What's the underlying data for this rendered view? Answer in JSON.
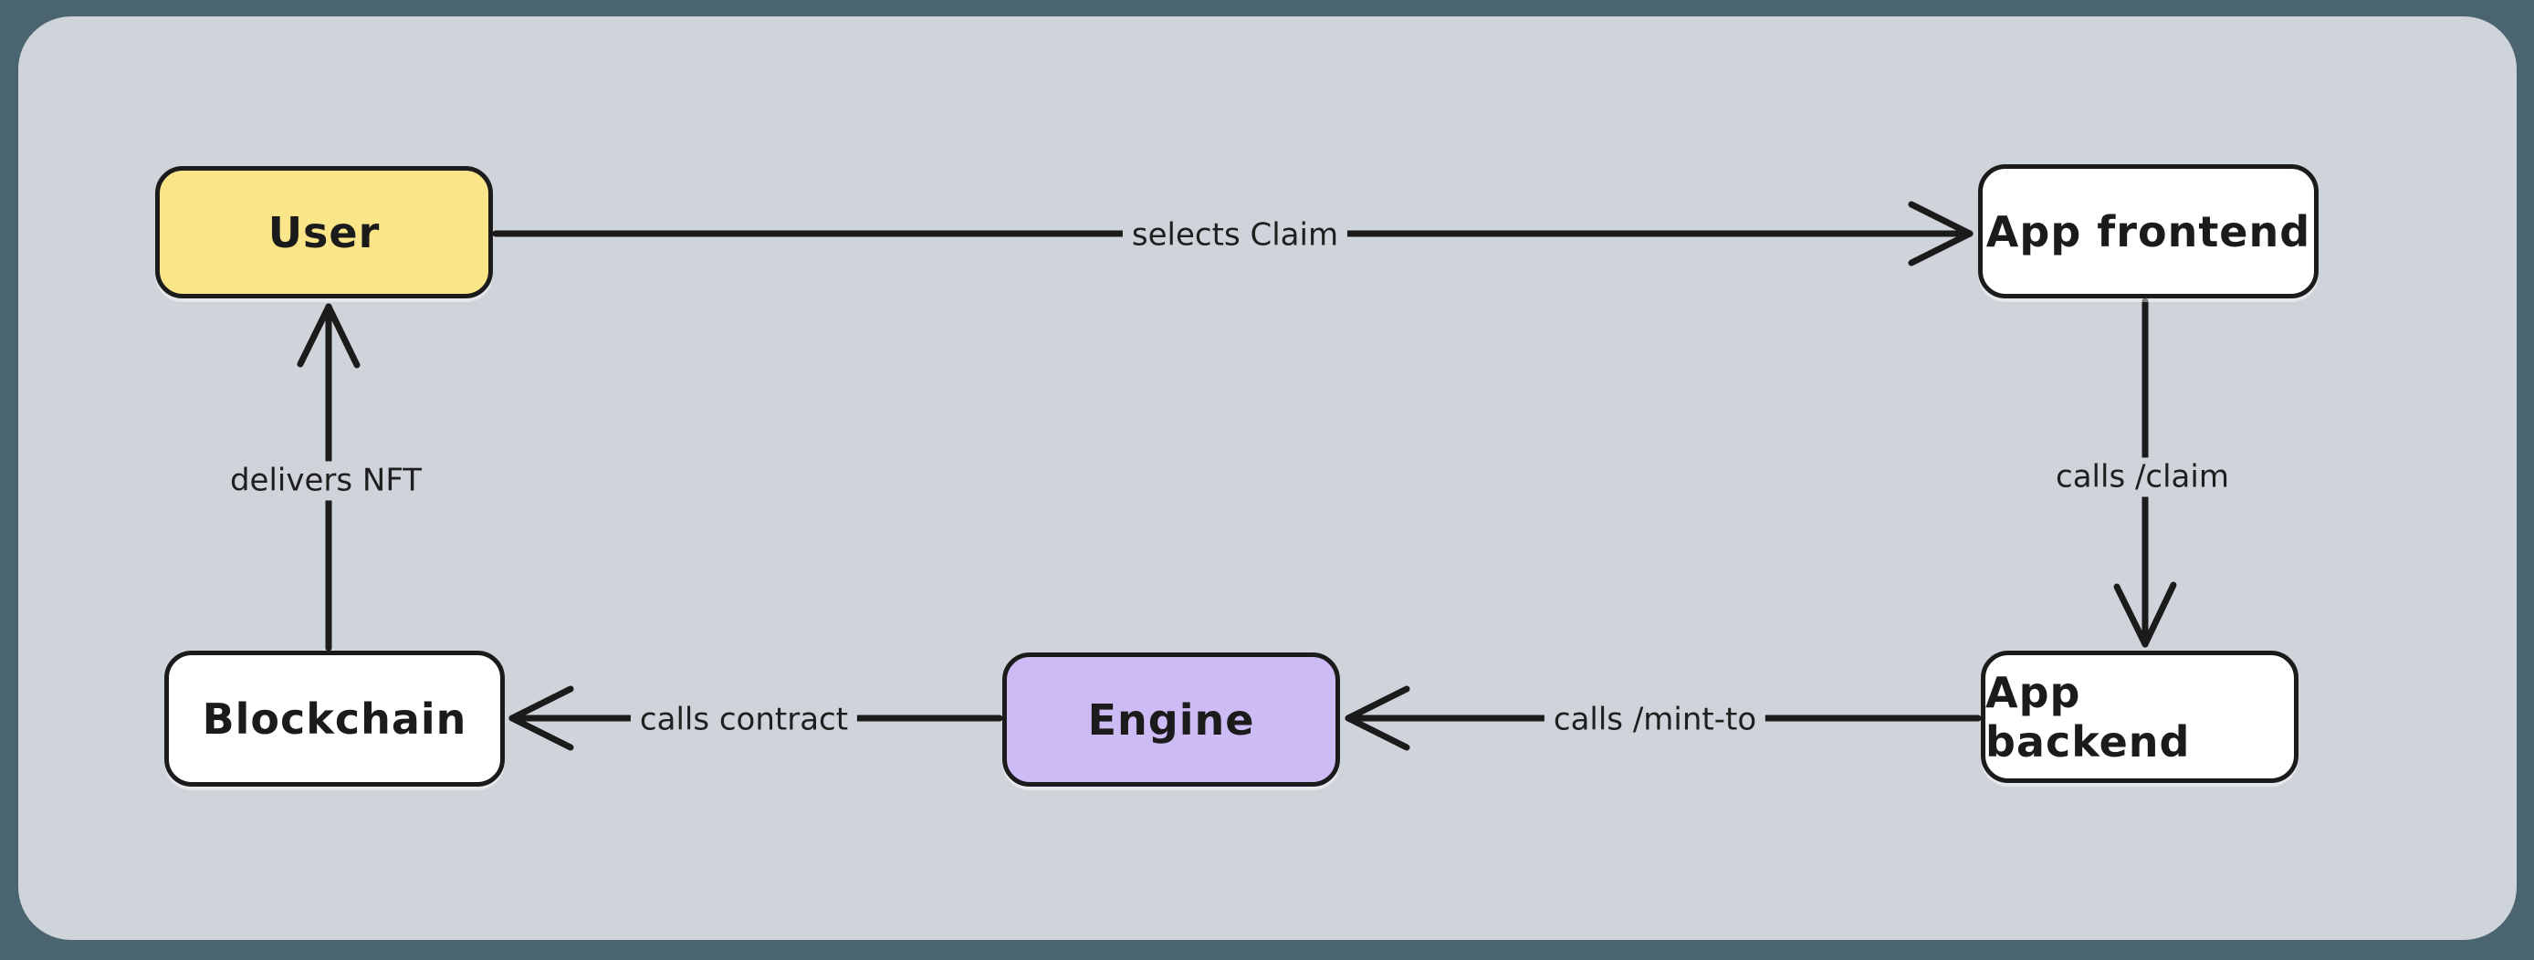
{
  "diagram": {
    "type": "flow-diagram",
    "nodes": [
      {
        "id": "user",
        "label": "User",
        "fill": "#fae588"
      },
      {
        "id": "app-frontend",
        "label": "App frontend",
        "fill": "#ffffff"
      },
      {
        "id": "app-backend",
        "label": "App backend",
        "fill": "#ffffff"
      },
      {
        "id": "engine",
        "label": "Engine",
        "fill": "#cdbbf5"
      },
      {
        "id": "blockchain",
        "label": "Blockchain",
        "fill": "#ffffff"
      }
    ],
    "edges": [
      {
        "from": "user",
        "to": "app-frontend",
        "label": "selects Claim"
      },
      {
        "from": "app-frontend",
        "to": "app-backend",
        "label": "calls /claim"
      },
      {
        "from": "app-backend",
        "to": "engine",
        "label": "calls /mint-to"
      },
      {
        "from": "engine",
        "to": "blockchain",
        "label": "calls contract"
      },
      {
        "from": "blockchain",
        "to": "user",
        "label": "delivers NFT"
      }
    ],
    "colors": {
      "outer_background": "#4b6570",
      "canvas_background": "#cfd3da",
      "stroke": "#1b1b1b",
      "yellow_node": "#fae588",
      "purple_node": "#cdbbf5",
      "white_node": "#ffffff"
    }
  }
}
